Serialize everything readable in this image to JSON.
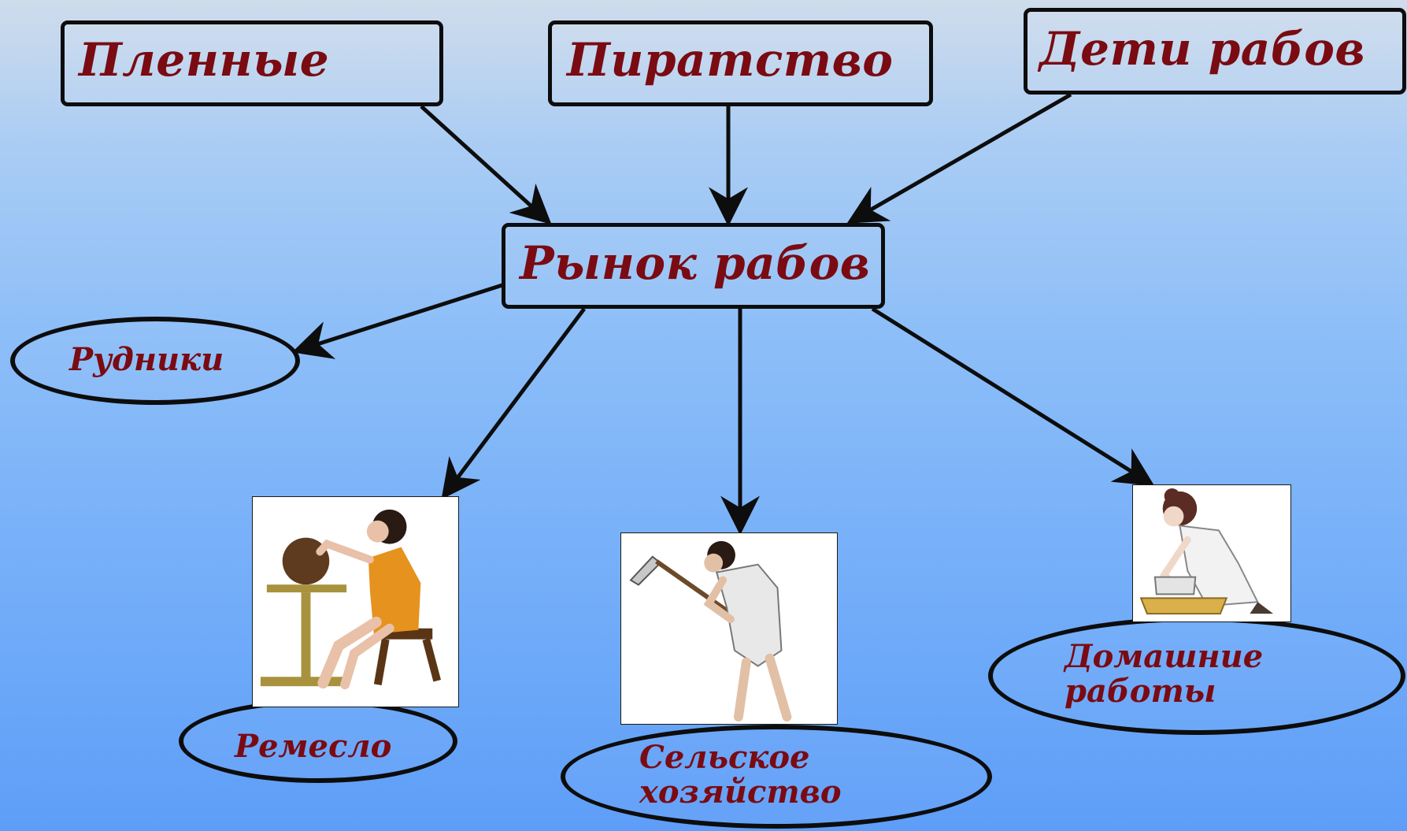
{
  "sources": [
    {
      "id": "captives",
      "label": "Пленные"
    },
    {
      "id": "piracy",
      "label": "Пиратство"
    },
    {
      "id": "children",
      "label": "Дети рабов"
    }
  ],
  "center": {
    "label": "Рынок рабов"
  },
  "destinations": [
    {
      "id": "mines",
      "label": "Рудники"
    },
    {
      "id": "crafts",
      "label": "Ремесло",
      "picture": "potter-at-wheel"
    },
    {
      "id": "agriculture",
      "line1": "Сельское",
      "line2": "хозяйство",
      "picture": "slave-with-hoe"
    },
    {
      "id": "household",
      "line1": "Домашние",
      "line2": "работы",
      "picture": "woman-washing"
    }
  ],
  "colors": {
    "text": "#7a0b12",
    "border": "#0d0d0d",
    "background_top": "#cfdcec",
    "background_bottom": "#5e9ef8"
  }
}
